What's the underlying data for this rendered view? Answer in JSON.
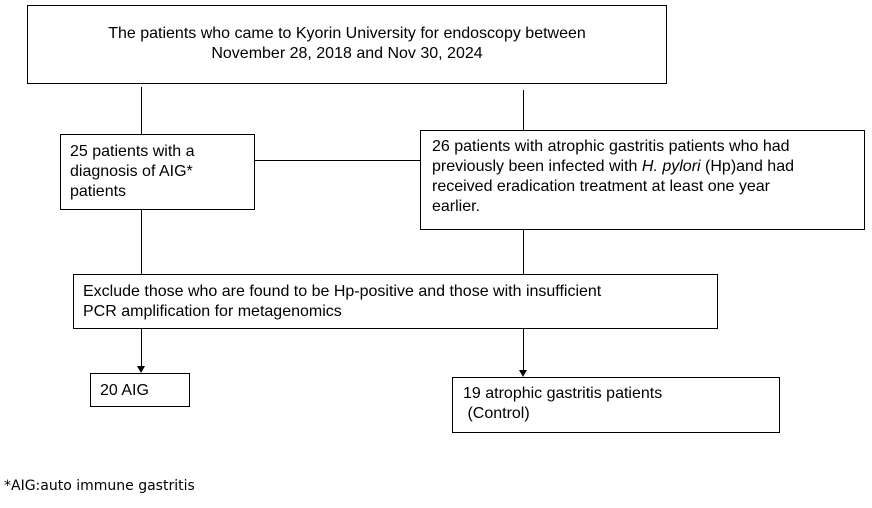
{
  "boxes": {
    "top": {
      "line1": "The patients who came to Kyorin University for endoscopy between",
      "line2": "November 28, 2018 and Nov 30, 2024"
    },
    "aig25": {
      "line1": "25 patients with a",
      "line2": "diagnosis of AIG*",
      "line3": "patients"
    },
    "atrophic26": {
      "line1": "26 patients with atrophic gastritis patients who had",
      "line2_prefix": "previously been infected with ",
      "line2_italic": "H. pylori",
      "line2_suffix": " (Hp)and had",
      "line3": "received eradication treatment at least one year",
      "line4": "earlier."
    },
    "exclude": {
      "line1": "Exclude those who are found to be Hp-positive and those with insufficient",
      "line2": "PCR amplification for metagenomics"
    },
    "aig20": {
      "line1": "20 AIG"
    },
    "control": {
      "line1": "19 atrophic gastritis patients",
      "line2": " (Control)"
    }
  },
  "footnote": "*AIG:auto immune gastritis"
}
